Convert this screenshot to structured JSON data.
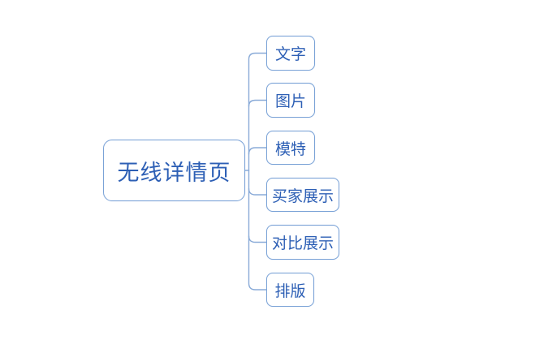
{
  "diagram": {
    "type": "mindmap",
    "root": {
      "label": "无线详情页"
    },
    "children": [
      {
        "label": "文字"
      },
      {
        "label": "图片"
      },
      {
        "label": "模特"
      },
      {
        "label": "买家展示"
      },
      {
        "label": "对比展示"
      },
      {
        "label": "排版"
      }
    ],
    "colors": {
      "node_border": "#7ba3d7",
      "node_text": "#2d5fb5",
      "node_fill": "#ffffff",
      "connector": "#8aabd8",
      "background": "#ffffff"
    }
  }
}
